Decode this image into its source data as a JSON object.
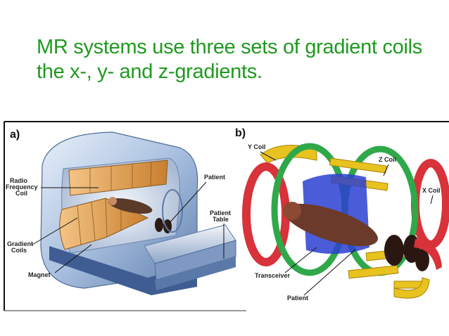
{
  "slide": {
    "title": "MR systems use three sets of gradient coils the x-, y- and z-gradients."
  },
  "figure": {
    "panel_a": {
      "label": "a)",
      "callouts": {
        "radio_frequency_coil_line1": "Radio",
        "radio_frequency_coil_line2": "Frequency",
        "radio_frequency_coil_line3": "Coil",
        "gradient_coils_line1": "Gradient",
        "gradient_coils_line2": "Coils",
        "magnet": "Magnet",
        "patient": "Patient",
        "patient_table_line1": "Patient",
        "patient_table_line2": "Table"
      }
    },
    "panel_b": {
      "label": "b)",
      "callouts": {
        "y_coil": "Y Coil",
        "z_coil": "Z Coil",
        "x_coil": "X Coil",
        "transceiver": "Transceiver",
        "patient": "Patient"
      }
    },
    "colors": {
      "title_green": "#1f9a1f",
      "x_coil": "#d8323a",
      "y_coil": "#e8c21e",
      "z_coil": "#2fa84a",
      "rf_coil": "#c98a3a",
      "scanner_body": "#9fb7d8",
      "transceiver": "#2b3fd1"
    }
  }
}
